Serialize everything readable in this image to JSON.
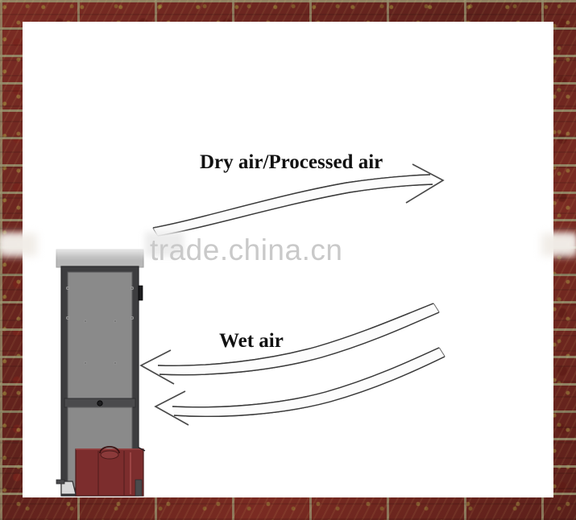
{
  "scene": {
    "title": "Dehumidifier airflow diagram inside a brick-walled room",
    "room_background_color": "#ffffff",
    "wall_material": "brick",
    "wall_brick_color": "#6e2620",
    "wall_mortar_color": "#968f6e"
  },
  "watermark": {
    "text": "trade.china.cn",
    "color": "#c9c9c9"
  },
  "labels": {
    "dry_air": "Dry air/Processed air",
    "wet_air": "Wet air"
  },
  "airflow": {
    "dry_air_arrow": {
      "label": "Dry air/Processed air",
      "direction": "right",
      "count": 1,
      "description": "Wide band curving up and to the right, arrowhead at right end"
    },
    "wet_air_arrows": {
      "label": "Wet air",
      "direction": "left",
      "count": 2,
      "description": "Two bands curving down and to the left, arrowheads at left ends"
    },
    "stroke_color": "#2b2b2b"
  },
  "machine": {
    "name": "industrial dehumidifier",
    "body_color": "#8a8a8a",
    "frame_color": "#3a3a3c",
    "top_plate_color": "#b9b9b9",
    "tank_color": "#7c2d2d",
    "tank_name": "water collection tank",
    "parts": [
      "top-plate",
      "upper-panel",
      "mid-rail",
      "lower-panel",
      "water-tank",
      "caster-foot"
    ]
  }
}
